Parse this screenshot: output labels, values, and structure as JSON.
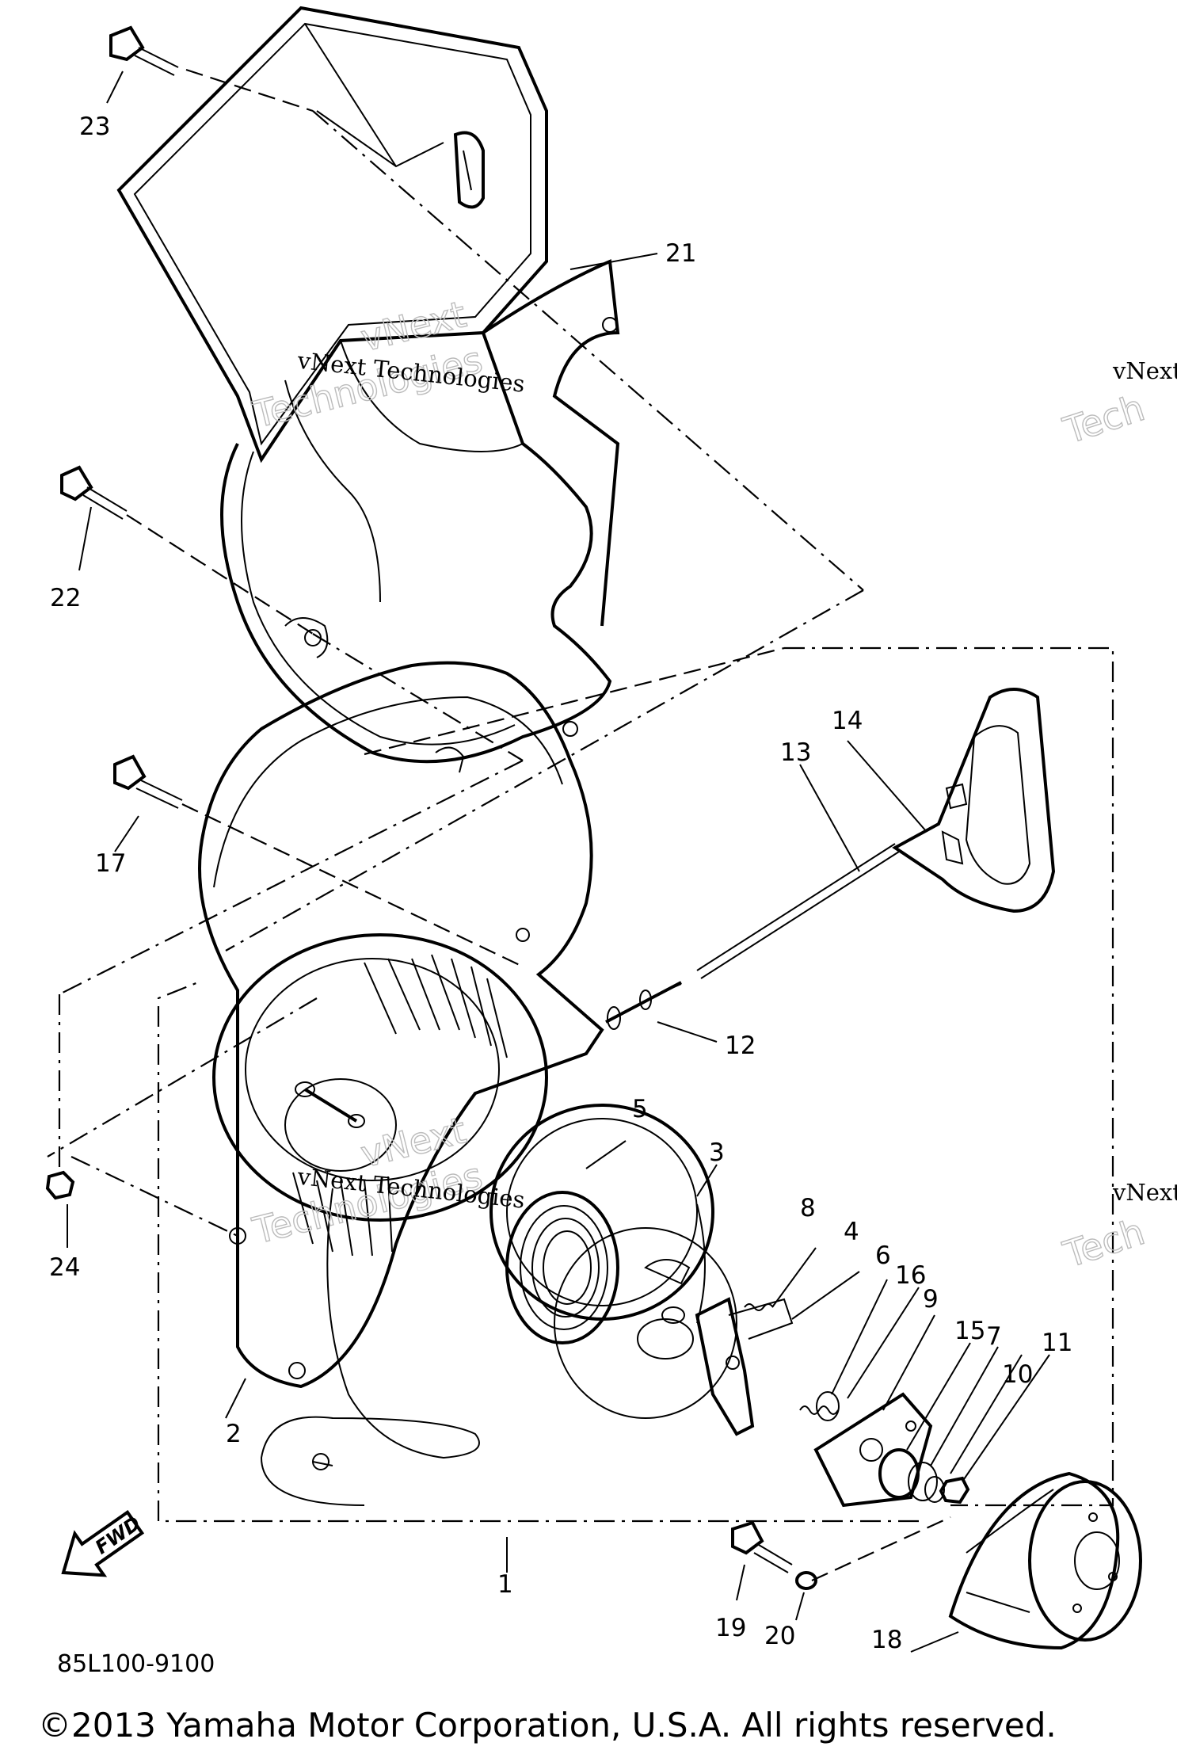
{
  "diagram": {
    "part_number_code": "85L100-9100",
    "copyright": "©2013 Yamaha Motor Corporation, U.S.A. All rights reserved.",
    "fwd_label": "FWD",
    "watermark": {
      "line1": "vNext Technologies",
      "ghost_line1": "vNext",
      "ghost_line2": "Technologies",
      "edge_text": "vNext",
      "edge_ghost": "Tech"
    },
    "callouts": [
      "1",
      "2",
      "3",
      "4",
      "5",
      "6",
      "7",
      "8",
      "9",
      "10",
      "11",
      "12",
      "13",
      "14",
      "15",
      "16",
      "17",
      "18",
      "19",
      "20",
      "21",
      "22",
      "23",
      "24"
    ]
  }
}
